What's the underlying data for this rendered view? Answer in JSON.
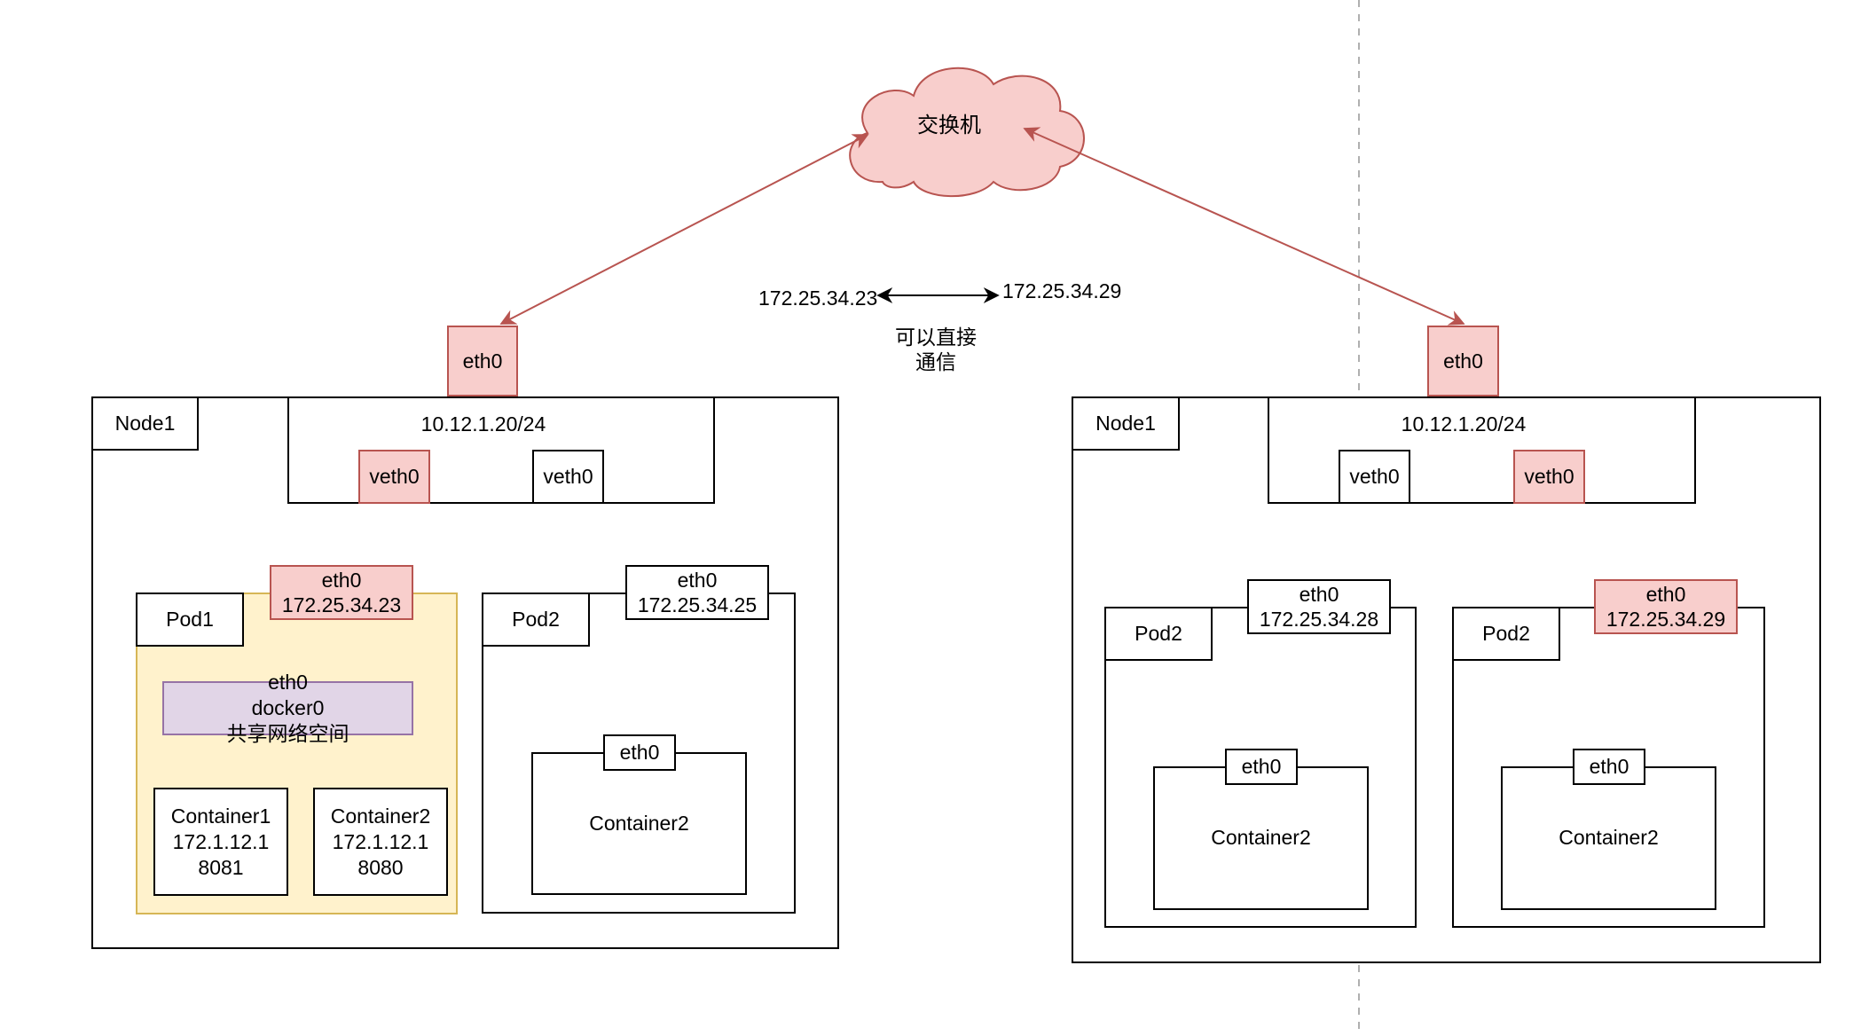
{
  "switch": {
    "label": "交换机"
  },
  "link_note": {
    "left_ip": "172.25.34.23",
    "right_ip": "172.25.34.29",
    "text": "可以直接\n通信"
  },
  "colors": {
    "pink_fill": "#f8cecc",
    "pink_stroke": "#b85450",
    "purple_fill": "#e1d5e7",
    "purple_stroke": "#9673a6",
    "yellow_fill": "#fff2cc",
    "yellow_stroke": "#d6b656",
    "light_arrow": "#f19c99"
  },
  "node_left": {
    "name": "Node1",
    "host_eth": "eth0",
    "subnet": "10.12.1.20/24",
    "veth_a": "veth0",
    "veth_b": "veth0",
    "pod1": {
      "name": "Pod1",
      "eth": "eth0\n172.25.34.23",
      "shared": "eth0\ndocker0\n共享网络空间",
      "container1": "Container1\n172.1.12.1\n8081",
      "container2": "Container2\n172.1.12.1\n8080"
    },
    "pod2": {
      "name": "Pod2",
      "eth": "eth0\n172.25.34.25",
      "container_eth": "eth0",
      "container": "Container2"
    }
  },
  "node_right": {
    "name": "Node1",
    "host_eth": "eth0",
    "subnet": "10.12.1.20/24",
    "veth_a": "veth0",
    "veth_b": "veth0",
    "pod_a": {
      "name": "Pod2",
      "eth": "eth0\n172.25.34.28",
      "container_eth": "eth0",
      "container": "Container2"
    },
    "pod_b": {
      "name": "Pod2",
      "eth": "eth0\n172.25.34.29",
      "container_eth": "eth0",
      "container": "Container2"
    }
  }
}
